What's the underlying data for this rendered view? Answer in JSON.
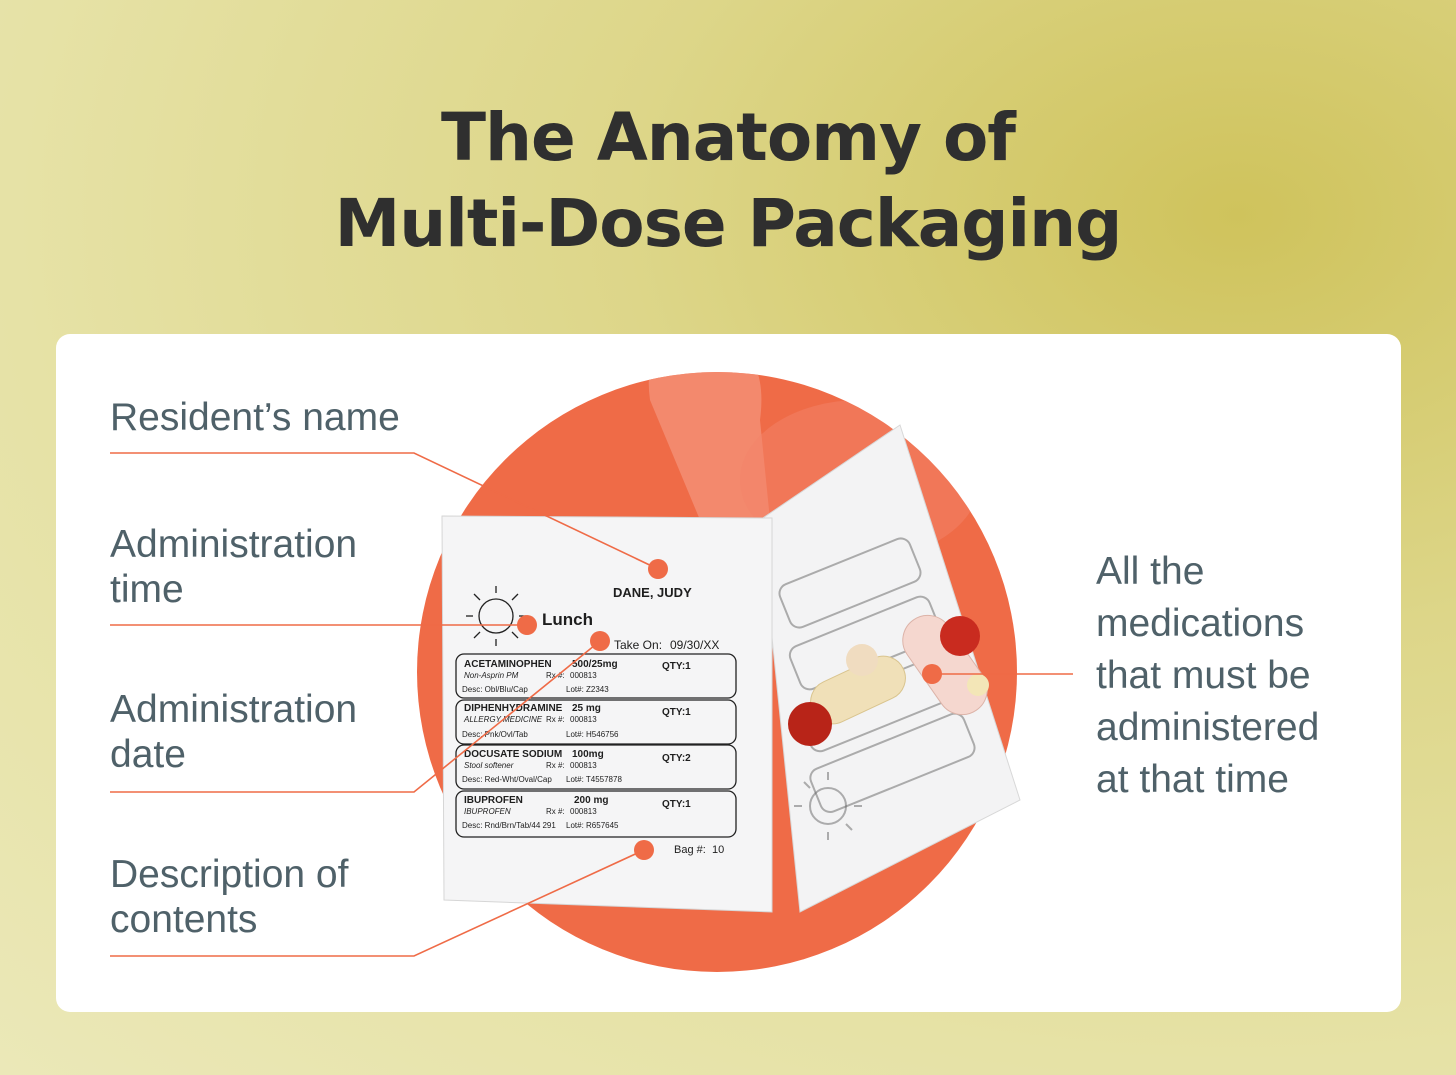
{
  "title": {
    "line1": "The Anatomy of",
    "line2": "Multi-Dose Packaging"
  },
  "labels": {
    "resident_name": "Resident’s name",
    "admin_time_1": "Administration",
    "admin_time_2": "time",
    "admin_date_1": "Administration",
    "admin_date_2": "date",
    "description_1": "Description of",
    "description_2": "contents",
    "all_meds": [
      "All the",
      "medications",
      "that must be",
      "administered",
      "at that time"
    ]
  },
  "packet": {
    "resident": "DANE, JUDY",
    "time": "Lunch",
    "take_on_label": "Take On:",
    "take_on_date": "09/30/XX",
    "bag_label": "Bag #:",
    "bag_number": "10",
    "meds": [
      {
        "name": "ACETAMINOPHEN",
        "dose": "500/25mg",
        "qty": "QTY:1",
        "sub": "Non-Asprin PM",
        "rx_label": "Rx #:",
        "rx": "000813",
        "desc": "Desc: Obl/Blu/Cap",
        "lot": "Lot#: Z2343"
      },
      {
        "name": "DIPHENHYDRAMINE",
        "dose": "25 mg",
        "qty": "QTY:1",
        "sub": "ALLERGY MEDICINE",
        "rx_label": "Rx #:",
        "rx": "000813",
        "desc": "Desc: Pnk/Ovl/Tab",
        "lot": "Lot#: H546756"
      },
      {
        "name": "DOCUSATE SODIUM",
        "dose": "100mg",
        "qty": "QTY:2",
        "sub": "Stool softener",
        "rx_label": "Rx #:",
        "rx": "000813",
        "desc": "Desc: Red-Wht/Oval/Cap",
        "lot": "Lot#: T4557878"
      },
      {
        "name": "IBUPROFEN",
        "dose": "200 mg",
        "qty": "QTY:1",
        "sub": "IBUPROFEN",
        "rx_label": "Rx #:",
        "rx": "000813",
        "desc": "Desc: Rnd/Brn/Tab/44 291",
        "lot": "Lot#: R657645"
      }
    ]
  },
  "colors": {
    "accent": "#ef6b47",
    "label_text": "#4f6169",
    "title_text": "#2f2f2f",
    "card": "#ffffff"
  }
}
